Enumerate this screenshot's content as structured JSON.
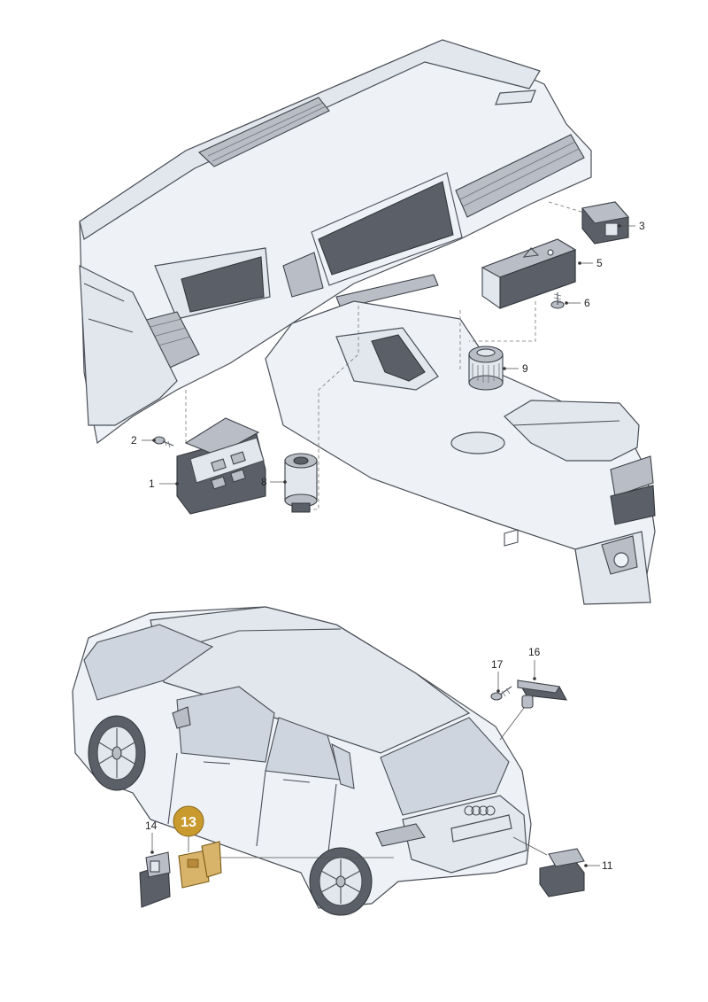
{
  "callouts": {
    "c1": "1",
    "c2": "2",
    "c3": "3",
    "c5": "5",
    "c6": "6",
    "c8": "8",
    "c9": "9",
    "c11": "11",
    "c13": "13",
    "c14": "14",
    "c16": "16",
    "c17": "17"
  },
  "highlight": {
    "callout": "13",
    "color": "#c99a2e",
    "part_color": "#d8b46a"
  },
  "brand": {
    "rings_icon": "four-rings-logo-icon"
  }
}
